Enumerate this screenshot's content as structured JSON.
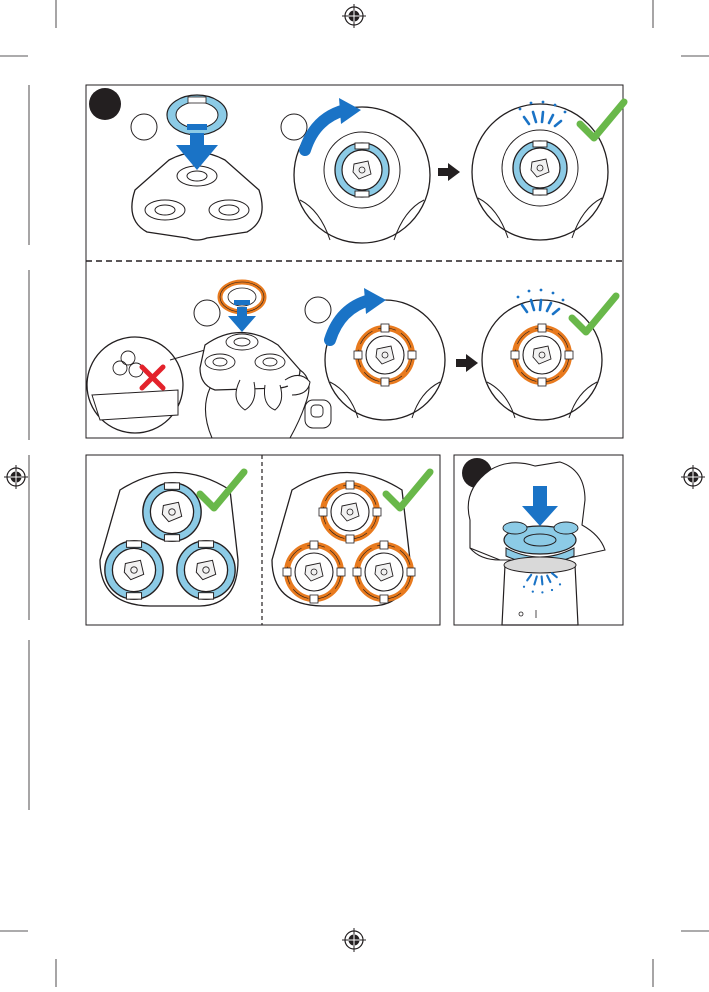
{
  "page": {
    "background": "#ffffff"
  },
  "colors": {
    "line": "#231f20",
    "blue": "#1a73c6",
    "light_blue": "#8ccbe6",
    "orange": "#e87a1e",
    "green": "#69b84a",
    "red": "#e3222b",
    "gray": "#d9d9d9"
  },
  "icons": {
    "registration_mark": "registration-mark-icon",
    "check": "check-icon",
    "cross": "cross-icon",
    "arrow": "arrow-right-icon",
    "rotate": "rotate-arrow-icon",
    "push": "push-down-arrow-icon"
  },
  "panels": {
    "top": {
      "step_marker": "filled-circle",
      "rows": 2
    },
    "bottom_left": {
      "sections": 2
    },
    "bottom_right": {
      "step_marker": "filled-circle"
    }
  }
}
